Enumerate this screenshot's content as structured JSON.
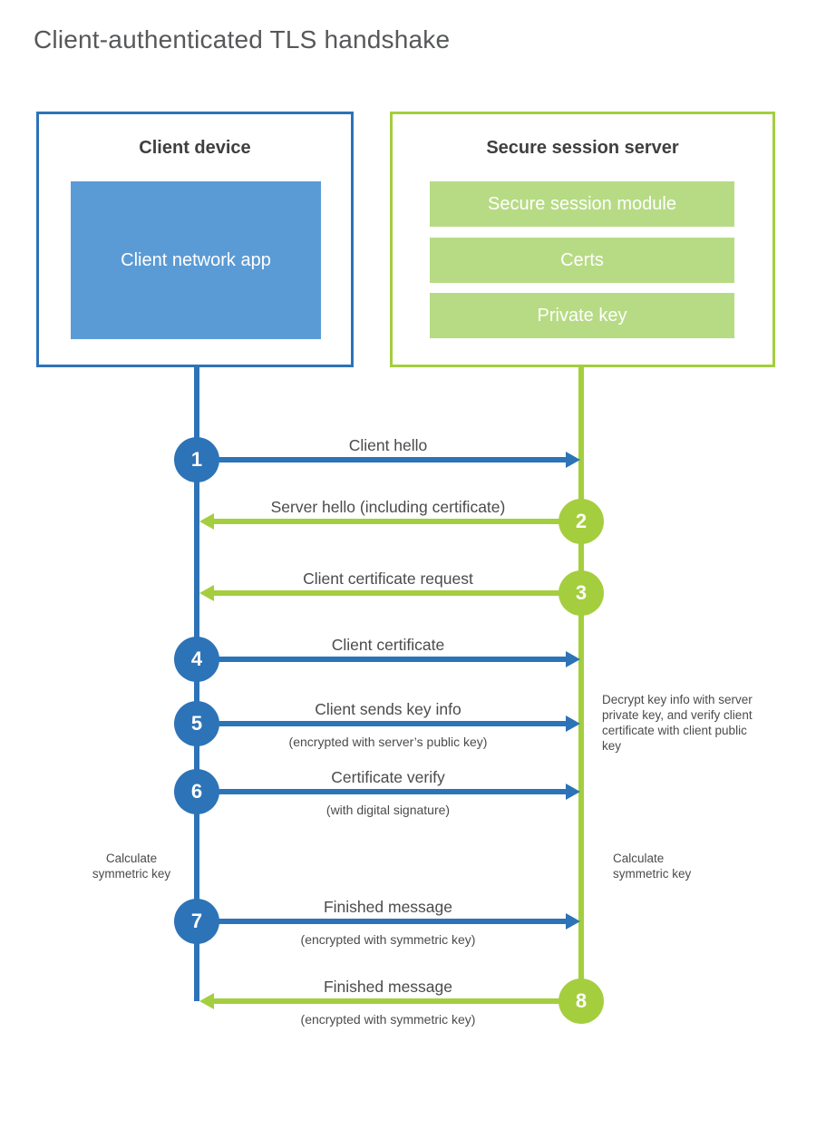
{
  "colors": {
    "blue": "#2d73b7",
    "blue_light": "#5b9bd5",
    "green": "#a4ce3e",
    "green_light": "#b7db84",
    "text_dark": "#3f3f3f",
    "text_gray": "#4b4b4b",
    "title_gray": "#57585a"
  },
  "title": "Client-authenticated TLS handshake",
  "client": {
    "title": "Client device",
    "app": "Client network app"
  },
  "server": {
    "title": "Secure session server",
    "modules": [
      "Secure session module",
      "Certs",
      "Private key"
    ]
  },
  "steps": [
    {
      "num": "1",
      "label": "Client hello"
    },
    {
      "num": "2",
      "label": "Server hello (including certificate)"
    },
    {
      "num": "3",
      "label": "Client certificate request"
    },
    {
      "num": "4",
      "label": "Client certificate"
    },
    {
      "num": "5",
      "label": "Client sends key info",
      "sublabel": "(encrypted with server’s public key)"
    },
    {
      "num": "6",
      "label": "Certificate verify",
      "sublabel": "(with digital signature)"
    },
    {
      "num": "7",
      "label": "Finished message",
      "sublabel": "(encrypted with symmetric key)"
    },
    {
      "num": "8",
      "label": "Finished message",
      "sublabel": "(encrypted with symmetric key)"
    }
  ],
  "notes": {
    "decrypt": "Decrypt key info with server private key, and verify client certificate with client public key",
    "calc_left": "Calculate symmetric key",
    "calc_right": "Calculate symmetric key"
  }
}
